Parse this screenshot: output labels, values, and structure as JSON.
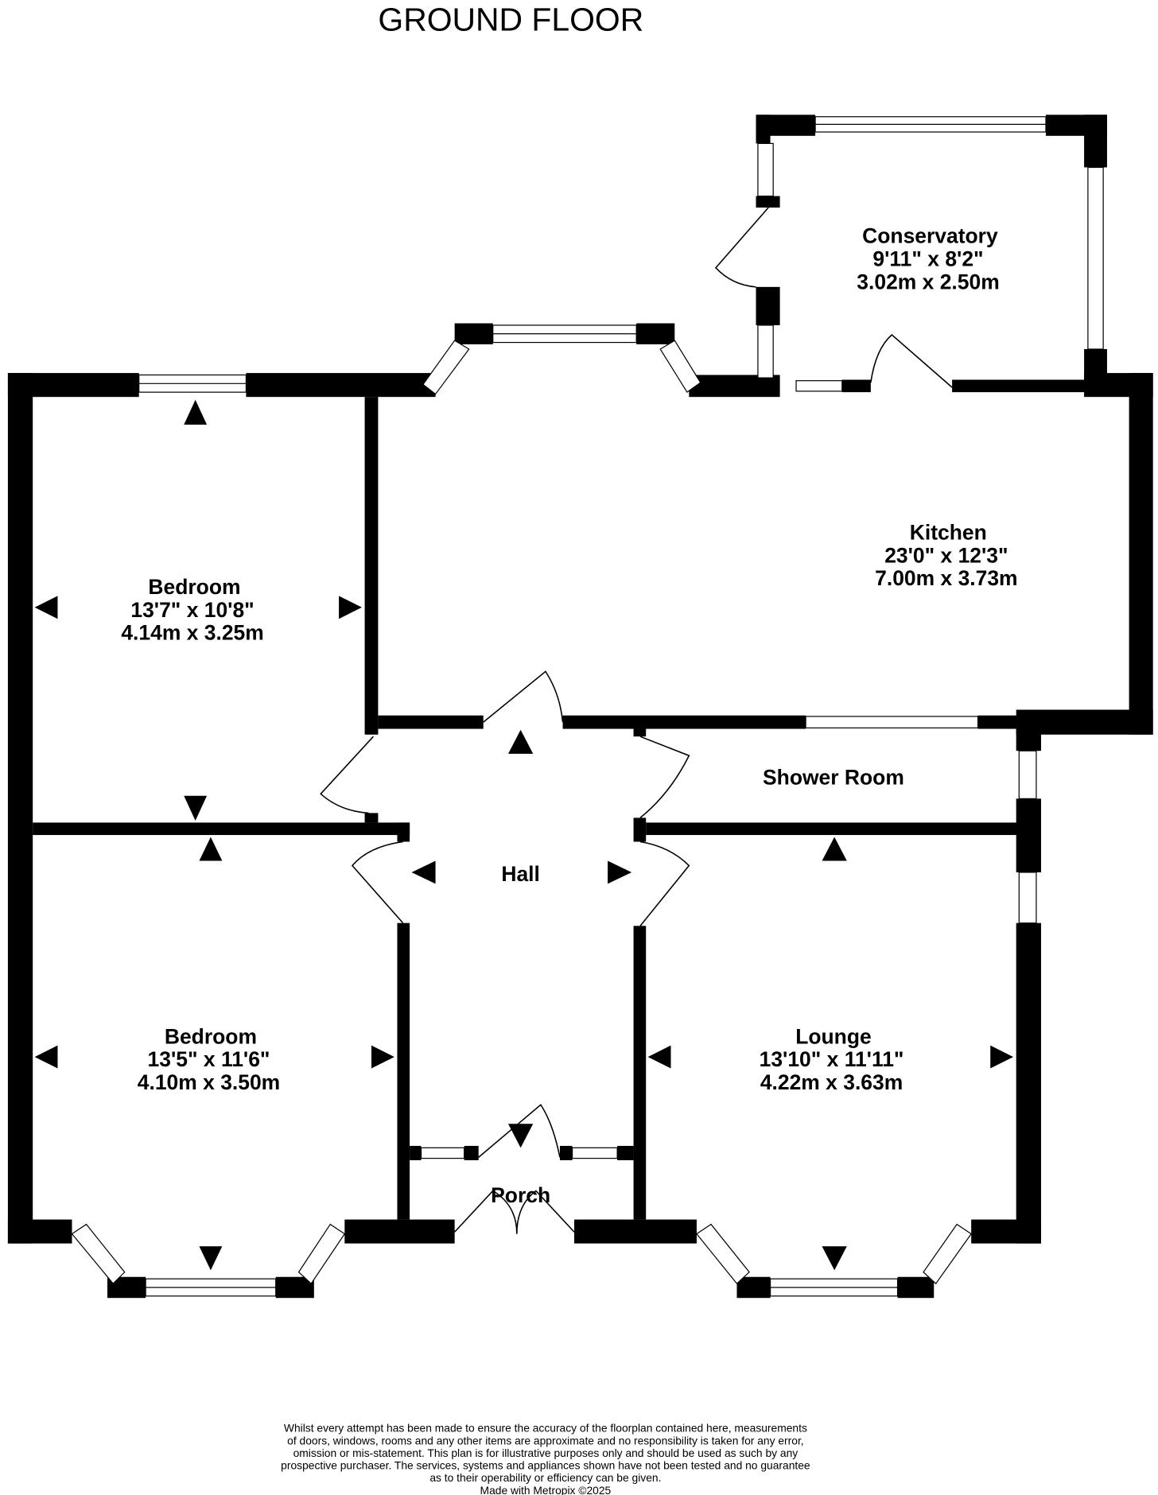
{
  "title": "GROUND FLOOR",
  "rooms": {
    "conservatory": {
      "name": "Conservatory",
      "imperial": "9'11\"  x 8'2\"",
      "metric": "3.02m  x 2.50m"
    },
    "kitchen": {
      "name": "Kitchen",
      "imperial": "23'0\"  x 12'3\"",
      "metric": "7.00m  x 3.73m"
    },
    "bedroom1": {
      "name": "Bedroom",
      "imperial": "13'7\"  x 10'8\"",
      "metric": "4.14m  x 3.25m"
    },
    "shower": {
      "name": "Shower Room"
    },
    "hall": {
      "name": "Hall"
    },
    "bedroom2": {
      "name": "Bedroom",
      "imperial": "13'5\"  x 11'6\"",
      "metric": "4.10m  x 3.50m"
    },
    "lounge": {
      "name": "Lounge",
      "imperial": "13'10\"  x 11'11\"",
      "metric": "4.22m  x 3.63m"
    },
    "porch": {
      "name": "Porch"
    }
  },
  "disclaimer": [
    "Whilst every attempt has been made to ensure the accuracy of the floorplan contained here, measurements",
    "of doors, windows, rooms and any other items are approximate and no responsibility is taken for any error,",
    "omission or mis-statement. This plan is for illustrative purposes only and should be used as such by any",
    "prospective purchaser. The services, systems and appliances shown have not been tested and no guarantee",
    "as to their operability or efficiency can be given.",
    "Made with Metropix ©2025"
  ]
}
